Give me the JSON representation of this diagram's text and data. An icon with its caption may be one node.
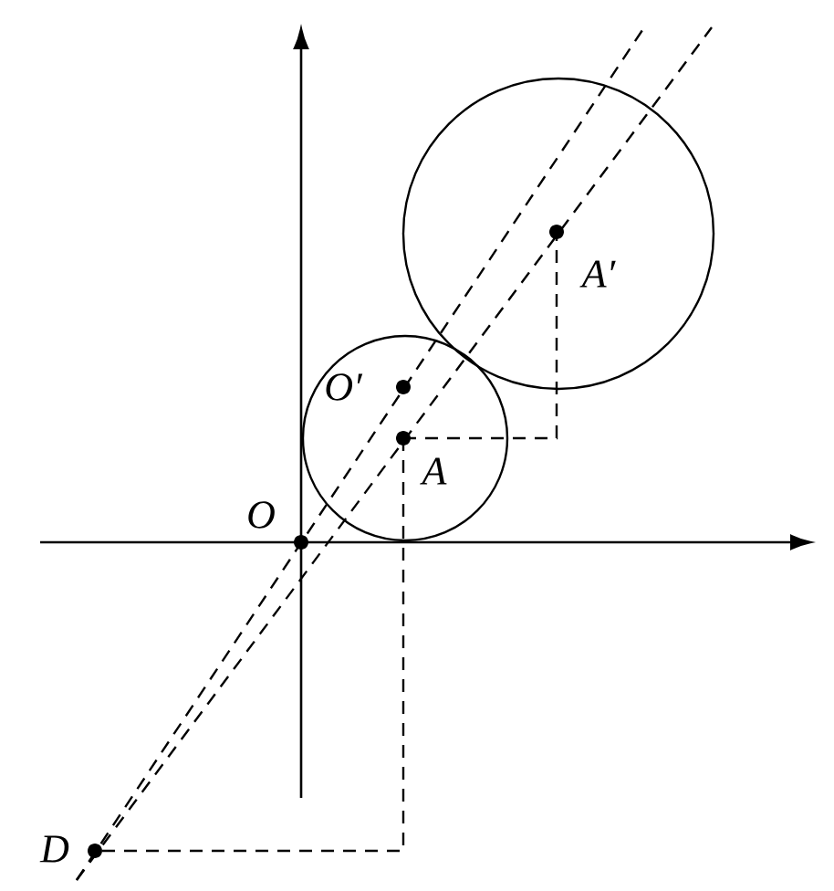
{
  "diagram": {
    "labels": [
      "A′",
      "O′",
      "A",
      "O",
      "D"
    ]
  }
}
